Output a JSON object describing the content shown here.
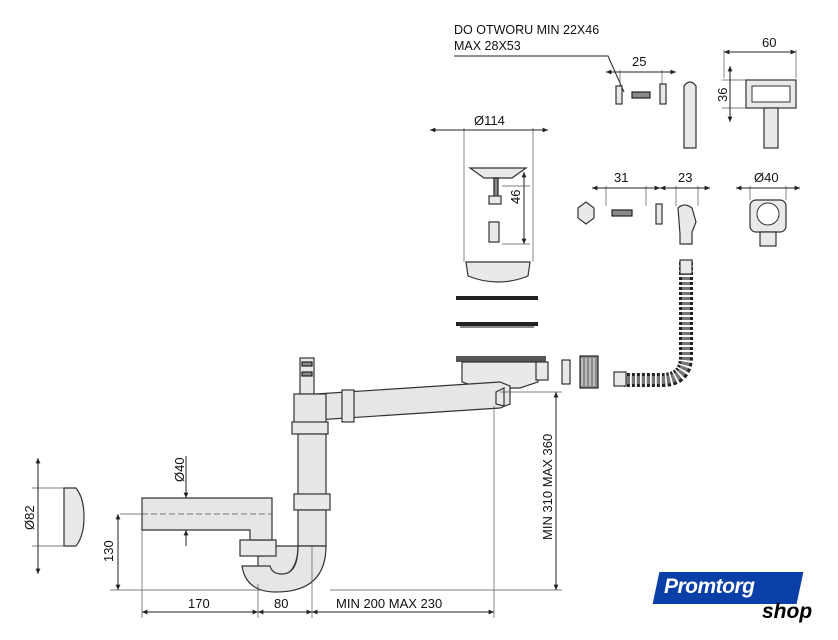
{
  "note": {
    "line1": "DO OTWORU MIN 22X46",
    "line2": "MAX 28X53"
  },
  "dimensions": {
    "d25": "25",
    "d60": "60",
    "d36": "36",
    "d114": "Ø114",
    "d46": "46",
    "d31": "31",
    "d23": "23",
    "d40_fitting": "Ø40",
    "d40_pipe": "Ø40",
    "d82": "Ø82",
    "d130": "130",
    "d170": "170",
    "d80": "80",
    "d_min_max_horizontal": "MIN 200 MAX 230",
    "d_min_max_vertical": "MIN 310 MAX 360"
  },
  "logo": {
    "brand": "Promtorg",
    "suffix": "shop",
    "color": "#0a3fa8"
  }
}
